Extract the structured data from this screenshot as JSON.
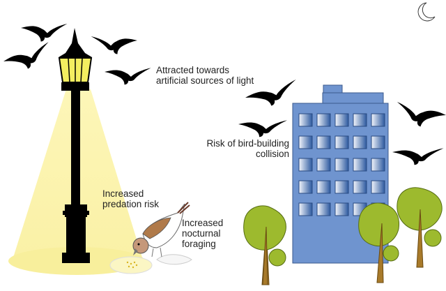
{
  "labels": {
    "attracted": [
      "Attracted towards",
      "artificial sources of light"
    ],
    "collision": [
      "Risk of bird-building",
      "collision"
    ],
    "predation": [
      "Increased",
      "predation risk"
    ],
    "foraging": [
      "Increased",
      "nocturnal",
      "foraging"
    ]
  },
  "colors": {
    "light": "#fbf3b0",
    "lantern": "#f3ee60",
    "building": "#6f94cf",
    "window_dark": "#2d5aa0",
    "tree_crown": "#9dba2e",
    "trunk": "#a87a2a",
    "silhouette": "#000000"
  }
}
